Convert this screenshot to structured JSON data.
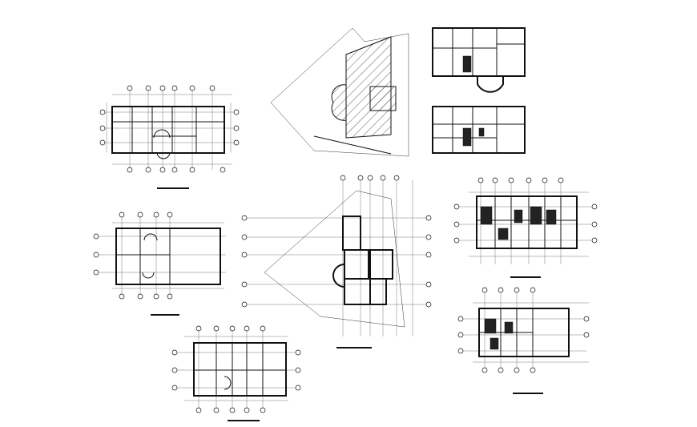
{
  "drawing": {
    "title": "",
    "background": "#ffffff",
    "line_color": "#111111"
  },
  "panels": [
    {
      "id": "floor-plan-1"
    },
    {
      "id": "site-plan"
    },
    {
      "id": "roof-plan-upper"
    },
    {
      "id": "roof-plan-lower"
    },
    {
      "id": "floor-plan-2"
    },
    {
      "id": "site-layout-center"
    },
    {
      "id": "floor-plan-3"
    },
    {
      "id": "floor-plan-4"
    },
    {
      "id": "floor-plan-5"
    }
  ]
}
